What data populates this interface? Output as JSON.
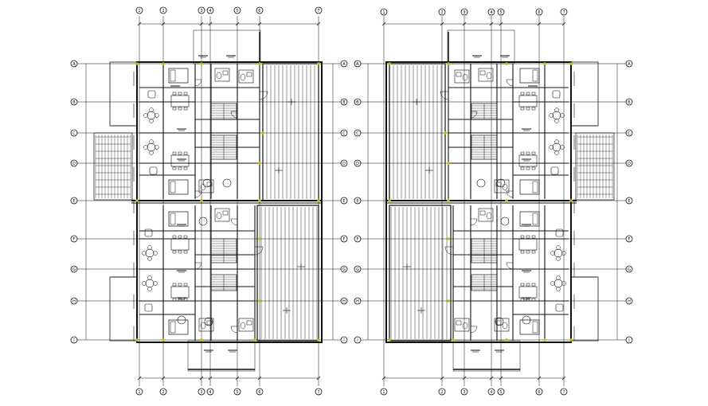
{
  "drawing": {
    "background": "#ffffff",
    "line_color": "#111111",
    "accent_color": "#c9b800",
    "grid_markers_top_left": [
      "1",
      "2",
      "3",
      "4",
      "5",
      "6",
      "7"
    ],
    "grid_markers_top_right": [
      "1",
      "2",
      "3",
      "4",
      "5",
      "6",
      "7"
    ],
    "grid_markers_bottom_left": [
      "1",
      "2",
      "3",
      "4",
      "5",
      "6",
      "7"
    ],
    "grid_markers_bottom_right": [
      "1",
      "2",
      "3",
      "4",
      "5",
      "6",
      "7"
    ],
    "grid_markers_side": [
      "A",
      "B",
      "C",
      "D",
      "E",
      "F",
      "G",
      "H",
      "I"
    ],
    "plans": [
      {
        "id": "left-plan",
        "mirrored": false
      },
      {
        "id": "right-plan",
        "mirrored": true
      }
    ]
  }
}
